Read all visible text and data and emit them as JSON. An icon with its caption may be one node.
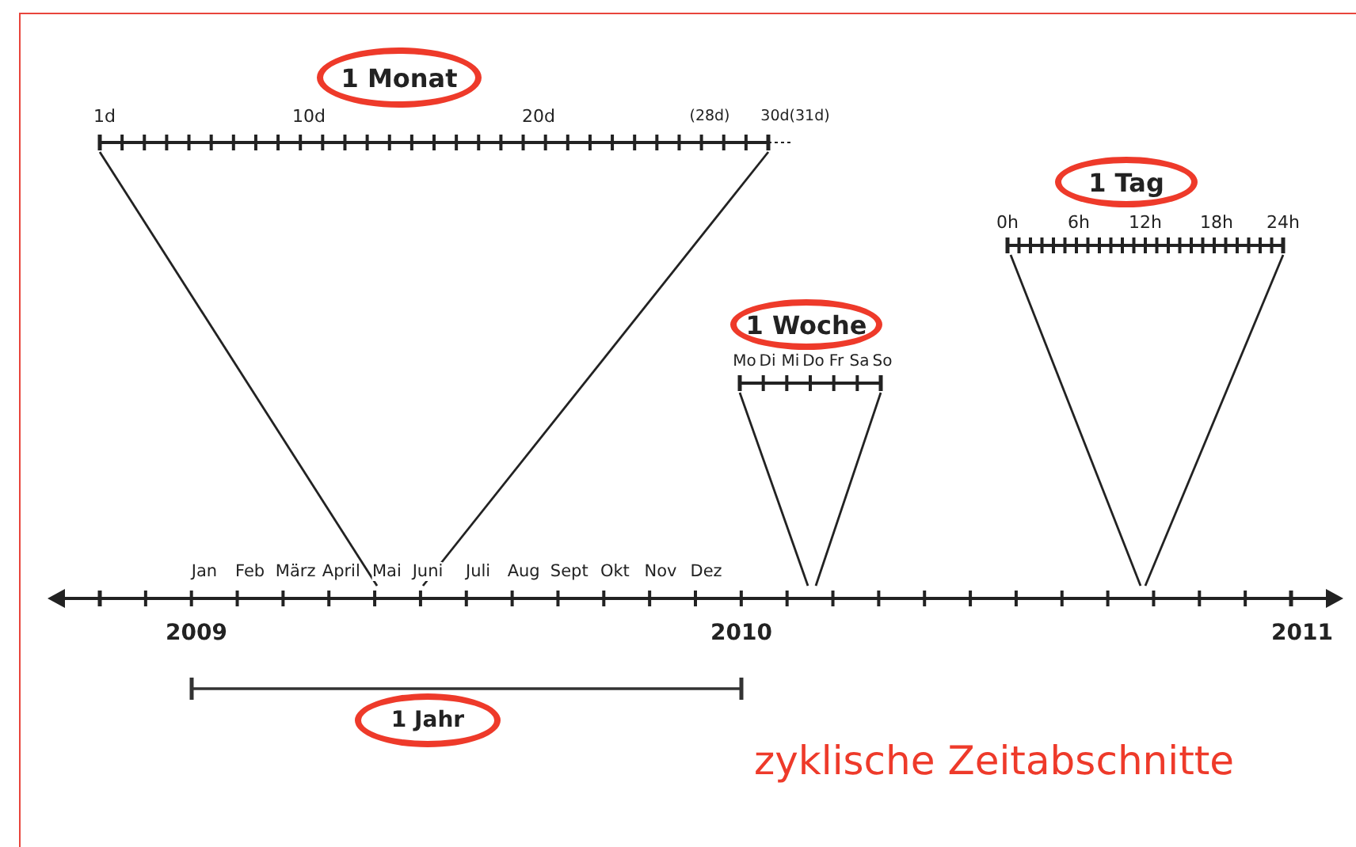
{
  "diagram": {
    "caption": "zyklische Zeitabschnitte",
    "nodes": [
      {
        "text": [
          "1 Monat"
        ]
      },
      {
        "text": [],
        "shape": "bar"
      },
      {
        "text": [
          "1 Tag"
        ]
      },
      {
        "text": [],
        "shape": "bar"
      },
      {
        "text": [
          "1 Woche"
        ]
      },
      {
        "text": [],
        "shape": "bar"
      },
      {
        "text": [],
        "shape": "bar"
      },
      {
        "text": [
          "1 Jahr"
        ]
      }
    ],
    "edges": [
      {
        "from": 1,
        "to": 6,
        "arrow": "none"
      },
      {
        "from": 1,
        "to": 6,
        "arrow": "none"
      },
      {
        "from": 5,
        "to": 6,
        "arrow": "none"
      },
      {
        "from": 5,
        "to": 6,
        "arrow": "none"
      },
      {
        "from": 3,
        "to": 6,
        "arrow": "none"
      },
      {
        "from": 3,
        "to": 6,
        "arrow": "none"
      }
    ],
    "labels": [
      "1d",
      "10d",
      "20d",
      "(28d)",
      "30d(31d)",
      "0h",
      "6h",
      "12h",
      "18h",
      "24h",
      "Mo",
      "Di",
      "Mi",
      "Do",
      "Fr",
      "Sa",
      "So",
      "Jan",
      "Feb",
      "März",
      "April",
      "Mai",
      "Juni",
      "Juli",
      "Aug",
      "Sept",
      "Okt",
      "Nov",
      "Dez",
      "2009",
      "2010",
      "2011"
    ]
  }
}
